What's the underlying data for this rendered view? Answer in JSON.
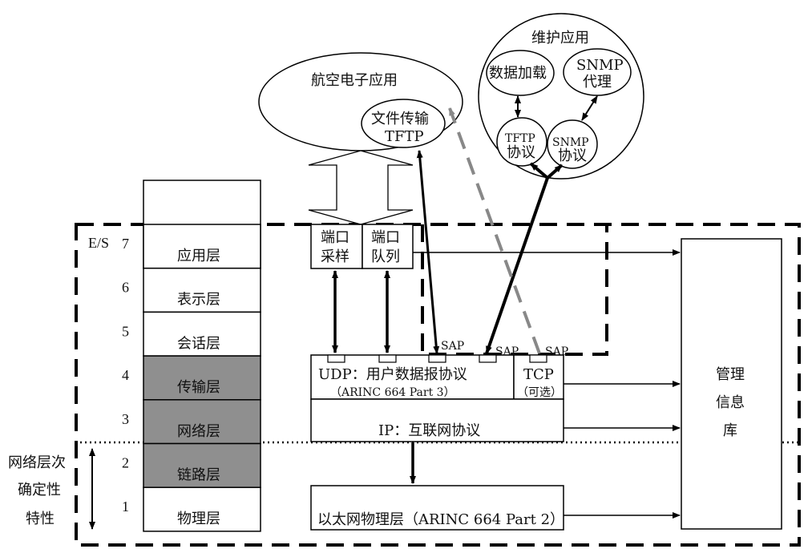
{
  "maintenance": {
    "title": "维护应用",
    "data_loading": "数据加载",
    "snmp_agent_1": "SNMP",
    "snmp_agent_2": "代理",
    "tftp_proto_1": "TFTP",
    "tftp_proto_2": "协议",
    "snmp_proto_1": "SNMP",
    "snmp_proto_2": "协议"
  },
  "avionics": {
    "title": "航空电子应用",
    "file_transfer_1": "文件传输",
    "file_transfer_2": "TFTP"
  },
  "osi": {
    "es_label": "E/S",
    "layers": [
      {
        "num": "7",
        "name": "应用层",
        "shaded": false
      },
      {
        "num": "6",
        "name": "表示层",
        "shaded": false
      },
      {
        "num": "5",
        "name": "会话层",
        "shaded": false
      },
      {
        "num": "4",
        "name": "传输层",
        "shaded": true
      },
      {
        "num": "3",
        "name": "网络层",
        "shaded": true
      },
      {
        "num": "2",
        "name": "链路层",
        "shaded": true
      },
      {
        "num": "1",
        "name": "物理层",
        "shaded": false
      }
    ]
  },
  "side_note": [
    "网络层次",
    "确定性",
    "特性"
  ],
  "ports": {
    "sampling_1": "端口",
    "sampling_2": "采样",
    "queuing_1": "端口",
    "queuing_2": "队列"
  },
  "udp": {
    "line1": "UDP：用户数据报协议",
    "line2": "（ARINC 664 Part 3）"
  },
  "tcp": {
    "line1": "TCP",
    "line2": "（可选）"
  },
  "sap": [
    "SAP",
    "SAP",
    "SAP"
  ],
  "ip": "IP：互联网协议",
  "ethernet": "以太网物理层（ARINC 664 Part 2）",
  "mib": [
    "管理",
    "信息",
    "库"
  ],
  "colors": {
    "shaded": "#8f8f8f",
    "dashed_gray": "#888888",
    "line": "#000000"
  }
}
